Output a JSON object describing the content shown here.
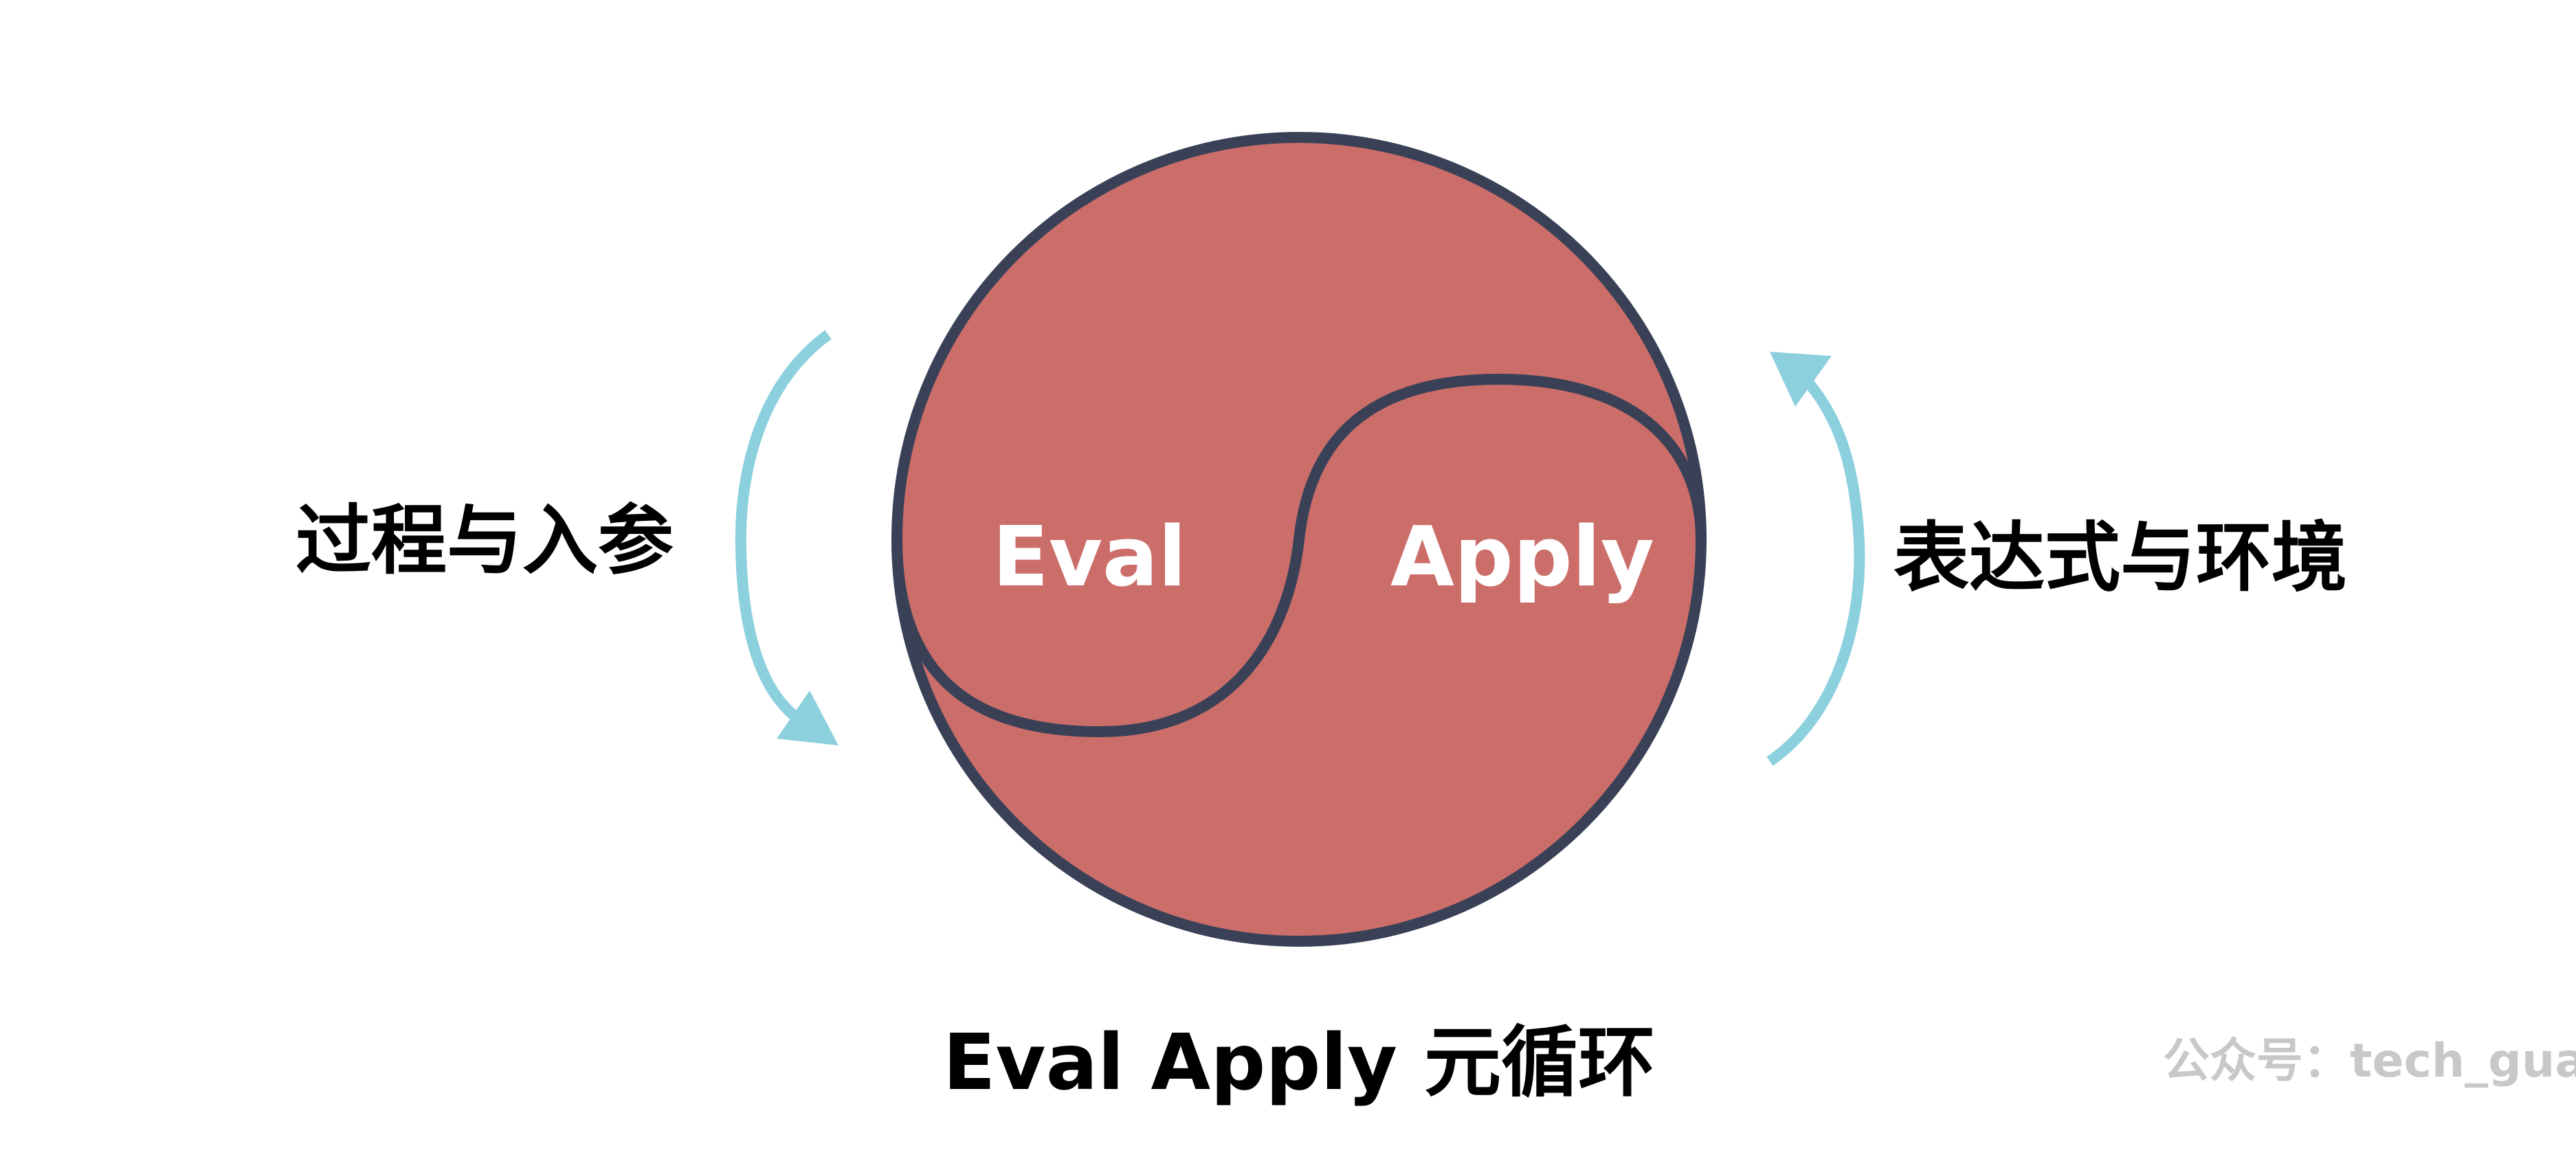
{
  "diagram": {
    "labels": {
      "eval": "Eval",
      "apply": "Apply",
      "left_caption": "过程与入参",
      "right_caption": "表达式与环境",
      "title": "Eval Apply 元循环",
      "watermark": "公众号：tech_gua"
    },
    "colors": {
      "circle_fill": "#CB6E6A",
      "circle_stroke": "#3A4157",
      "arrow": "#8DD0DD",
      "label_light": "#FFFFFF",
      "label_dark": "#000000",
      "watermark": "#C8C8C8"
    }
  }
}
